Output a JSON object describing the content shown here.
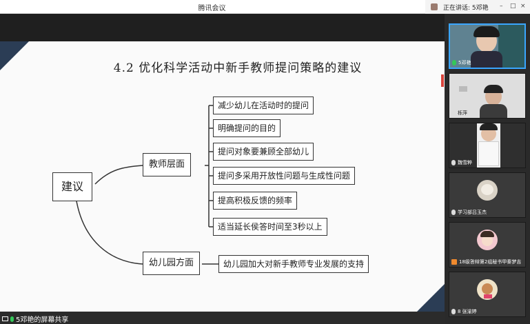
{
  "window": {
    "title": "腾讯会议"
  },
  "speaking": {
    "label": "正在讲话: 5邓艳"
  },
  "slide": {
    "title": "4.2 优化科学活动中新手教师提问策略的建议",
    "root": "建议",
    "branches": [
      {
        "label": "教师层面",
        "children": [
          "减少幼儿在活动时的提问",
          "明确提问的目的",
          "提问对象要兼顾全部幼儿",
          "提问多采用开放性问题与生成性问题",
          "提高积极反馈的频率",
          "适当延长侯答时间至3秒以上"
        ]
      },
      {
        "label": "幼儿园方面",
        "children": [
          "幼儿园加大对新手教师专业发展的支持"
        ]
      }
    ]
  },
  "participants": [
    {
      "name": "5邓艳",
      "active": true,
      "mic": "on"
    },
    {
      "name": "栎萍",
      "active": false,
      "mic": "off"
    },
    {
      "name": "魏雪粹",
      "active": false,
      "mic": "off"
    },
    {
      "name": "学习部吕玉杰",
      "active": false,
      "mic": "off"
    },
    {
      "name": "18级答辩第2组秘书甲秦梦吉",
      "active": false,
      "mic": "off"
    },
    {
      "name": "8 张渝婷",
      "active": false,
      "mic": "off"
    }
  ],
  "bottom": {
    "share_label": "5邓艳的屏幕共享"
  },
  "colors": {
    "accent": "#3aa6ff",
    "mic_on": "#34c759",
    "slide_deco": "#2b3d55"
  }
}
